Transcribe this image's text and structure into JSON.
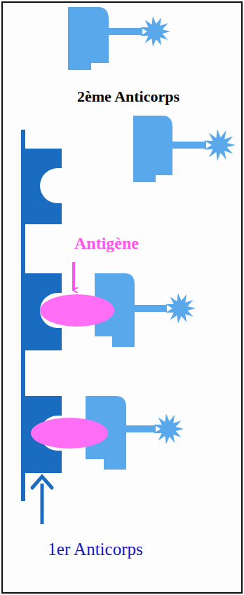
{
  "diagram": {
    "labels": [
      "2ème Anticorps",
      "Antigène",
      "1er Anticorps"
    ]
  }
}
